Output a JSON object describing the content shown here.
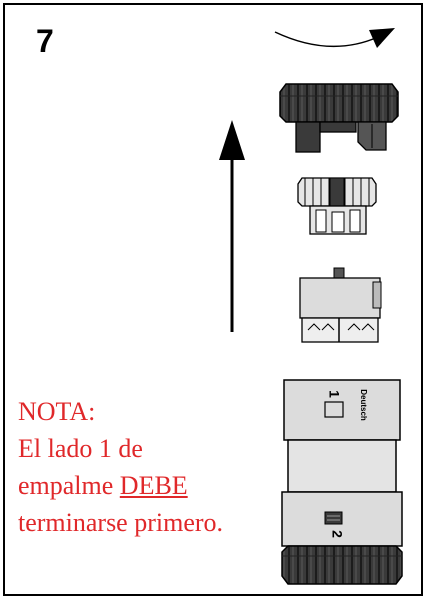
{
  "step": {
    "number": "7"
  },
  "note": {
    "line1": "NOTA:",
    "line2": "El lado 1 de",
    "line3_prefix": "empalme ",
    "line3_emphasis": "DEBE",
    "line4": "terminarse primero."
  },
  "connector_labels": {
    "side1": "1",
    "side2": "2",
    "brand": "Deutsch"
  },
  "colors": {
    "note_text": "#e0282a",
    "cap_dark": "#3a3a3a",
    "body_light": "#dcdcdc",
    "outline": "#000000"
  }
}
